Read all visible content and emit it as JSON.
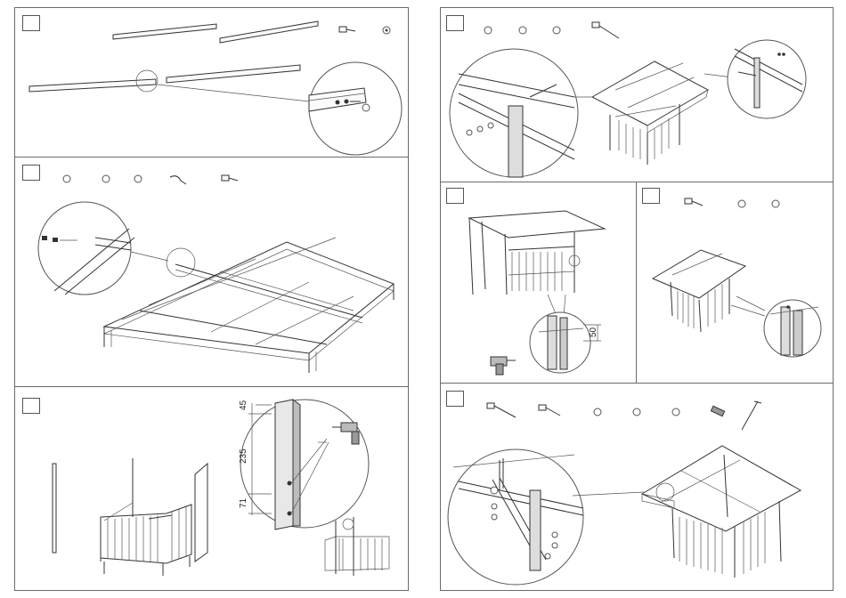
{
  "sheet": {
    "dimensions": {
      "upper_rise": "45",
      "middle_span": "235",
      "lower_offset": "71",
      "door_offset": "50"
    }
  }
}
